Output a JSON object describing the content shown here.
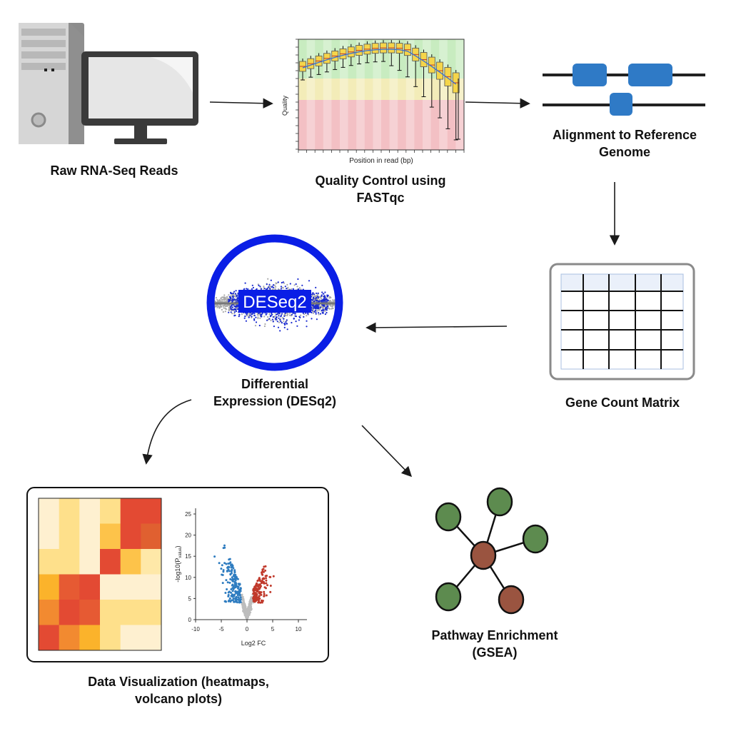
{
  "nodes": {
    "raw_reads": {
      "label_lines": [
        "Raw RNA-Seq Reads"
      ]
    },
    "qc": {
      "label_lines": [
        "Quality Control using",
        "FASTqc"
      ],
      "axis_y": "Quality",
      "axis_x": "Position in read (bp)"
    },
    "alignment": {
      "label_lines": [
        "Alignment to Reference",
        "Genome"
      ]
    },
    "count_matrix": {
      "label_lines": [
        "Gene Count Matrix"
      ]
    },
    "deseq": {
      "label_lines": [
        "Differential",
        "Expression (DESq2)"
      ],
      "badge": "DESeq2"
    },
    "visualization": {
      "label_lines": [
        "Data Visualization (heatmaps,",
        "volcano plots)"
      ],
      "volcano_xlabel": "Log2 FC",
      "volcano_ylabel": "-log10(P",
      "volcano_ylabel_sub": "value",
      "volcano_ylabel_end": ")",
      "volcano_yticks": [
        "0",
        "5",
        "10",
        "15",
        "20",
        "25"
      ],
      "volcano_xticks": [
        "-10",
        "-5",
        "0",
        "5",
        "10"
      ]
    },
    "pathway": {
      "label_lines": [
        "Pathway Enrichment",
        "(GSEA)"
      ]
    }
  },
  "heatmap": {
    "colors": [
      [
        "#fef0d0",
        "#fee08b",
        "#fef0d0",
        "#fee08b",
        "#e34a33",
        "#e34a33"
      ],
      [
        "#fef0d0",
        "#fee08b",
        "#fef0d0",
        "#fdc34a",
        "#e34a33",
        "#e06030"
      ],
      [
        "#fee08b",
        "#fee08b",
        "#fef0d0",
        "#e34a33",
        "#fdc34a",
        "#fee8a8"
      ],
      [
        "#fbb32b",
        "#e65a33",
        "#e34a33",
        "#fef0d0",
        "#fef0d0",
        "#fef0d0"
      ],
      [
        "#f28a30",
        "#e34a33",
        "#e65a33",
        "#fee08b",
        "#fee08b",
        "#fee08b"
      ],
      [
        "#e34a33",
        "#f28a30",
        "#fbb32b",
        "#fee08b",
        "#fef0d0",
        "#fef0d0"
      ]
    ]
  },
  "colors": {
    "deseq_ring": "#0a1ee6",
    "deseq_points": "#1a2ad0",
    "grey_points": "#a9a9a9",
    "align_block": "#2f7ac6",
    "volcano_down": "#2e7cc0",
    "volcano_up": "#c0392b",
    "node_green": "#5d8b4f",
    "node_brown": "#9a5440",
    "grid_header": "#eaf0fa",
    "grid_border": "#a8bfe0"
  }
}
